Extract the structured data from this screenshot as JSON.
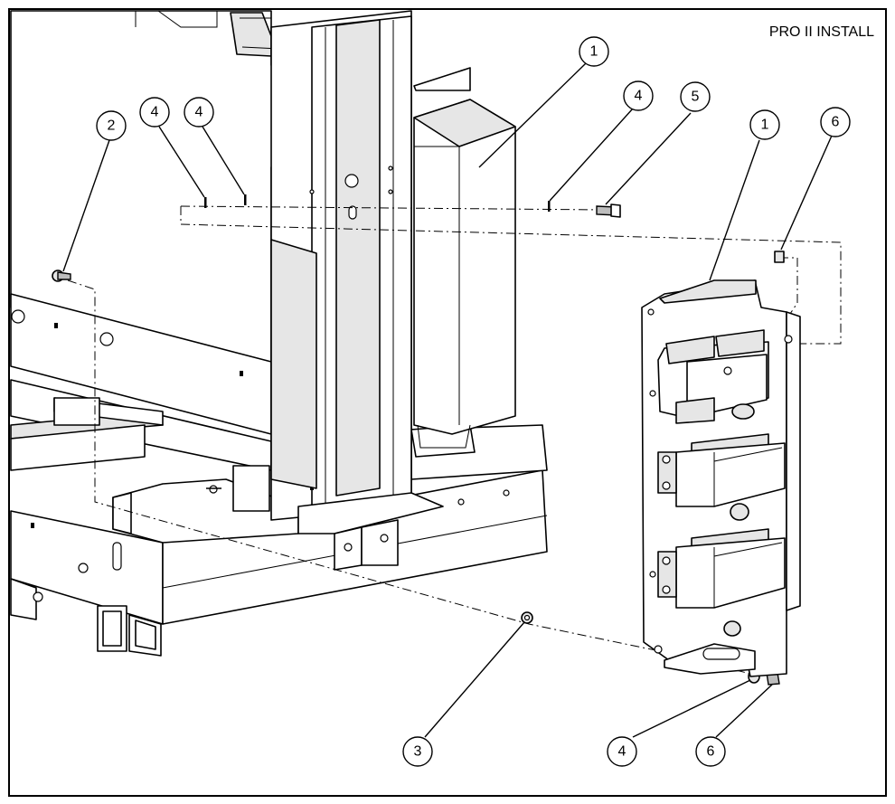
{
  "title": "PRO II INSTALL",
  "callouts": [
    {
      "label": "1"
    },
    {
      "label": "2"
    },
    {
      "label": "4"
    },
    {
      "label": "4"
    },
    {
      "label": "4"
    },
    {
      "label": "5"
    },
    {
      "label": "1"
    },
    {
      "label": "6"
    },
    {
      "label": "3"
    },
    {
      "label": "4"
    },
    {
      "label": "6"
    }
  ],
  "colors": {
    "line": "#000000",
    "background": "#ffffff",
    "shade": "#e6e6e6"
  }
}
